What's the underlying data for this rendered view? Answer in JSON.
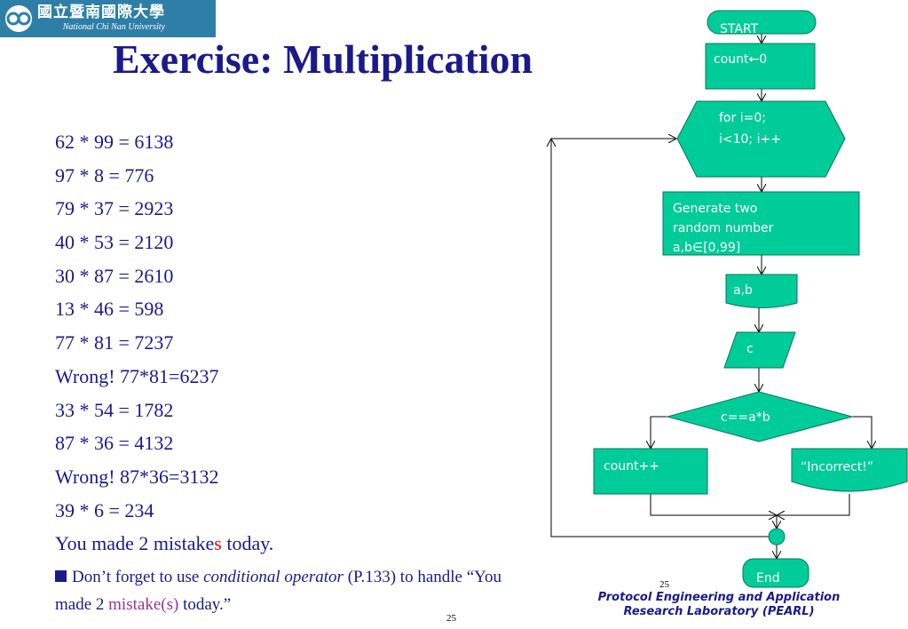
{
  "logo": {
    "chinese": "國立暨南國際大學",
    "english": "National Chi Nan University"
  },
  "title": "Exercise: Multiplication",
  "output_lines": [
    "62 * 99 = 6138",
    "97 * 8 = 776",
    "79 * 37 = 2923",
    "40 * 53 = 2120",
    "30 * 87 = 2610",
    "13 * 46 = 598",
    "77 * 81 = 7237",
    "Wrong! 77*81=6237",
    "33 * 54 = 1782",
    "87 * 36 = 4132",
    "Wrong! 87*36=3132",
    "39 * 6 = 234"
  ],
  "summary": {
    "before": "You made 2 mistake",
    "highlight": "s",
    "after": " today."
  },
  "note": {
    "part1": "Don’t forget to use ",
    "emphasis": "conditional operator",
    "part2": " (P.133) to handle “You made 2 ",
    "highlight": "mistake(s)",
    "part3": " today.”"
  },
  "page_number": "25",
  "footer": {
    "line1": "Protocol Engineering and Application",
    "line2": "Research Laboratory (PEARL)"
  },
  "flowchart": {
    "start": "START",
    "init": "count←0",
    "loop": [
      "for i=0;",
      "i<10; i++"
    ],
    "generate": [
      "Generate two",
      "random number",
      "a,b∈[0,99]"
    ],
    "output": "a,b",
    "input": "c",
    "decision": "c==a*b",
    "true_branch": "count++",
    "false_branch": "“Incorrect!”",
    "end": "End"
  },
  "colors": {
    "node_fill": "#00cc99",
    "title": "#1a1a8c",
    "highlight_red": "#e01010",
    "highlight_purple": "#993399"
  }
}
